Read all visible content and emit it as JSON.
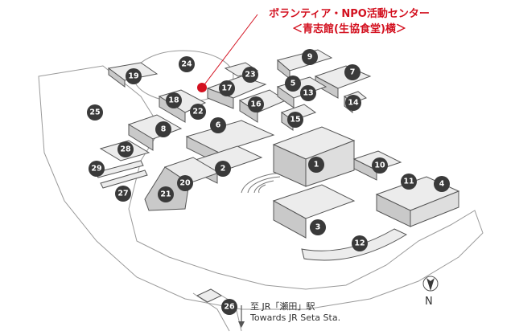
{
  "callout": {
    "line1": "ボランティア・NPO活動センター",
    "line2": "＜青志館(生協食堂)横＞",
    "marker_color": "#d3101f"
  },
  "direction": {
    "ja": "至 JR「瀬田」駅",
    "en": "Towards JR Seta Sta."
  },
  "compass": {
    "label": "N",
    "icon": "north-arrow-icon"
  },
  "building_numbers": [
    "1",
    "2",
    "3",
    "4",
    "5",
    "6",
    "7",
    "8",
    "9",
    "10",
    "11",
    "12",
    "13",
    "14",
    "15",
    "16",
    "17",
    "18",
    "19",
    "20",
    "21",
    "22",
    "23",
    "24",
    "25",
    "26",
    "27",
    "28",
    "29"
  ],
  "colors": {
    "badge": "#3a3a3a",
    "roof": "#ececec",
    "wall": "#c9c9c9",
    "outline": "#555555",
    "accent": "#d3101f"
  }
}
